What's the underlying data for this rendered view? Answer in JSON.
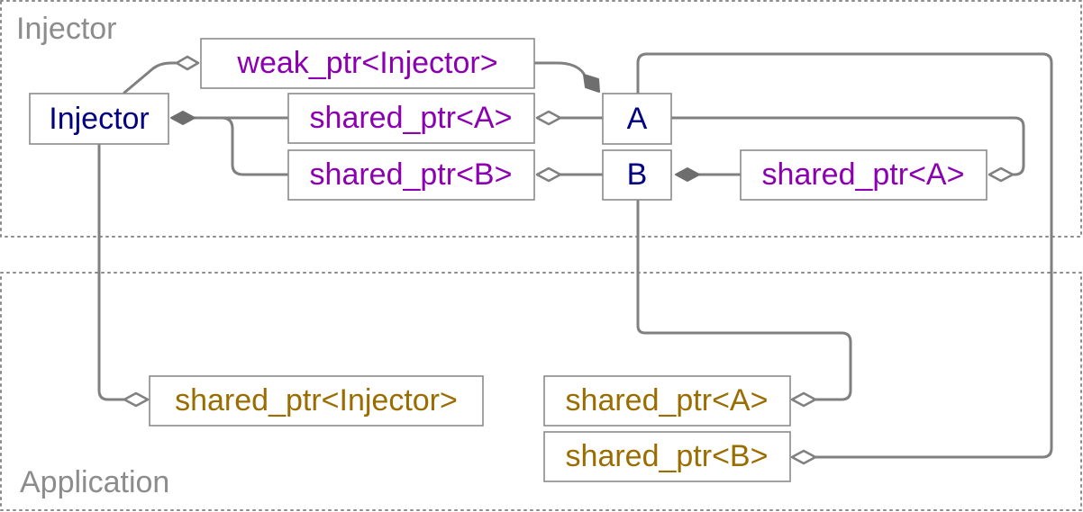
{
  "regions": {
    "injector_label": "Injector",
    "application_label": "Application"
  },
  "nodes": {
    "injector": "Injector",
    "weak_ptr_injector": "weak_ptr<Injector>",
    "shared_ptr_a_inj": "shared_ptr<A>",
    "shared_ptr_b_inj": "shared_ptr<B>",
    "a": "A",
    "b": "B",
    "shared_ptr_a_in_b": "shared_ptr<A>",
    "shared_ptr_injector_app": "shared_ptr<Injector>",
    "shared_ptr_a_app": "shared_ptr<A>",
    "shared_ptr_b_app": "shared_ptr<B>"
  },
  "colors": {
    "class_text": "#000080",
    "injector_pointer_text": "#8b00b0",
    "application_pointer_text": "#9a6d00",
    "lines": "#808080"
  }
}
